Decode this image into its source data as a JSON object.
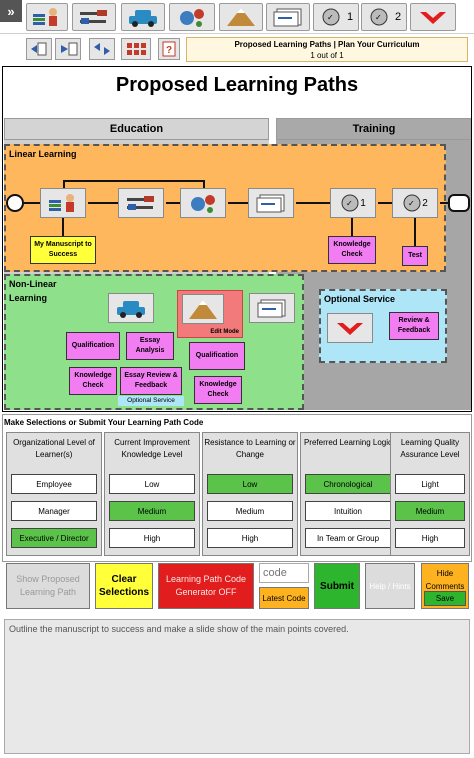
{
  "toolbar": {
    "expander": "»",
    "counter1": "1",
    "counter2": "2"
  },
  "info": {
    "title": "Proposed Learning Paths | Plan Your Curriculum",
    "count": "1 out of 1"
  },
  "page_title": "Proposed Learning Paths",
  "columns": {
    "education": "Education",
    "training": "Training"
  },
  "linear": {
    "label": "Linear Learning",
    "manuscript": "My Manuscript to Success",
    "knowledge_check": "Knowledge Check",
    "test": "Test",
    "n1": "1",
    "n2": "2"
  },
  "nonlinear": {
    "label1": "Non-Linear",
    "label2": "Learning",
    "edit_mode": "Edit Mode",
    "qualification1": "Qualification",
    "essay_analysis": "Essay Analysis",
    "qualification2": "Qualification",
    "knowledge_check1": "Knowledge Check",
    "essay_review": "Essay Review & Feedback",
    "knowledge_check2": "Knowledge Check",
    "optional_service_tag": "Optional Service"
  },
  "optional": {
    "label": "Optional Service",
    "review": "Review & Feedback"
  },
  "selection": {
    "title": "Make Selections or Submit Your Learning Path Code",
    "columns": [
      {
        "head": "Organizational Level of Learner(s)",
        "opts": [
          "Employee",
          "Manager",
          "Executive / Director"
        ]
      },
      {
        "head": "Current Improvement Knowledge Level",
        "opts": [
          "Low",
          "Medium",
          "High"
        ]
      },
      {
        "head": "Resistance to Learning or Change",
        "opts": [
          "Low",
          "Medium",
          "High"
        ]
      },
      {
        "head": "Preferred Learning Logic",
        "opts": [
          "Chronological",
          "Intuition",
          "In Team or Group"
        ]
      },
      {
        "head": "Learning Quality Assurance Level",
        "opts": [
          "Light",
          "Medium",
          "High"
        ]
      }
    ]
  },
  "actions": {
    "show_path": "Show Proposed Learning Path",
    "clear": "Clear Selections",
    "generator": "Learning Path Code Generator OFF",
    "code_placeholder": "code",
    "latest_code": "Latest Code",
    "submit": "Submit",
    "help": "Help / Hints",
    "hide_comments": "Hide Comments",
    "save": "Save"
  },
  "notes": "Outline the manuscript to success and make a slide show of the main points covered.",
  "colors": {
    "selected": "#5bc24a",
    "orange": "#ffb75e",
    "green": "#8fe08a",
    "blue": "#aee5f7",
    "pink": "#f27df2",
    "yellow": "#ffff3a",
    "red": "#e11d1d"
  }
}
